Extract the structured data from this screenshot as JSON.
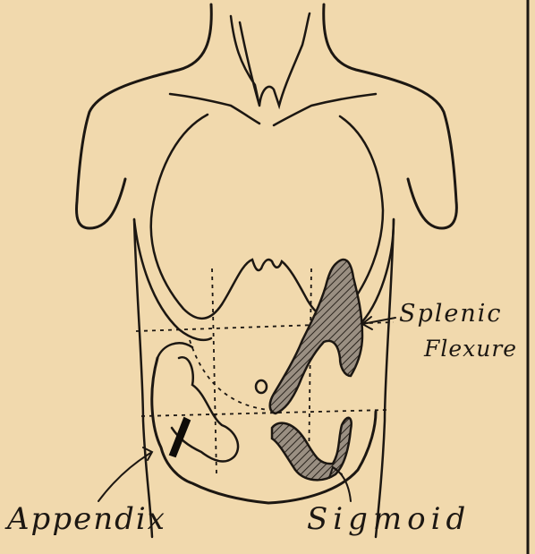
{
  "labels": {
    "splenic": "Splenic",
    "flexure": "Flexure",
    "appendix": "Appendix",
    "sigmoid": "Sigmoid"
  },
  "colors": {
    "paper": "#f1d9ad",
    "ink": "#1c1712",
    "shading": "#8c8175"
  }
}
